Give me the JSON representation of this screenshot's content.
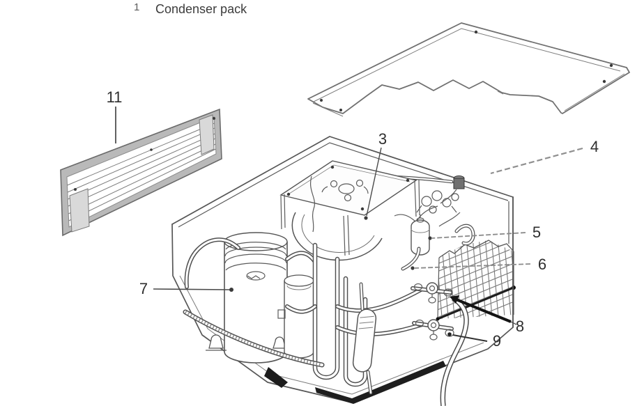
{
  "header": {
    "item_number": "1",
    "item_name": "Condenser pack"
  },
  "callouts": {
    "grille": {
      "label": "11"
    },
    "fan": {
      "label": "3"
    },
    "cover": {
      "label": "4"
    },
    "receiver": {
      "label": "5"
    },
    "coil": {
      "label": "6"
    },
    "compressor": {
      "label": "7"
    },
    "valve_upper": {
      "label": "8"
    },
    "valve_lower": {
      "label": "9"
    }
  }
}
